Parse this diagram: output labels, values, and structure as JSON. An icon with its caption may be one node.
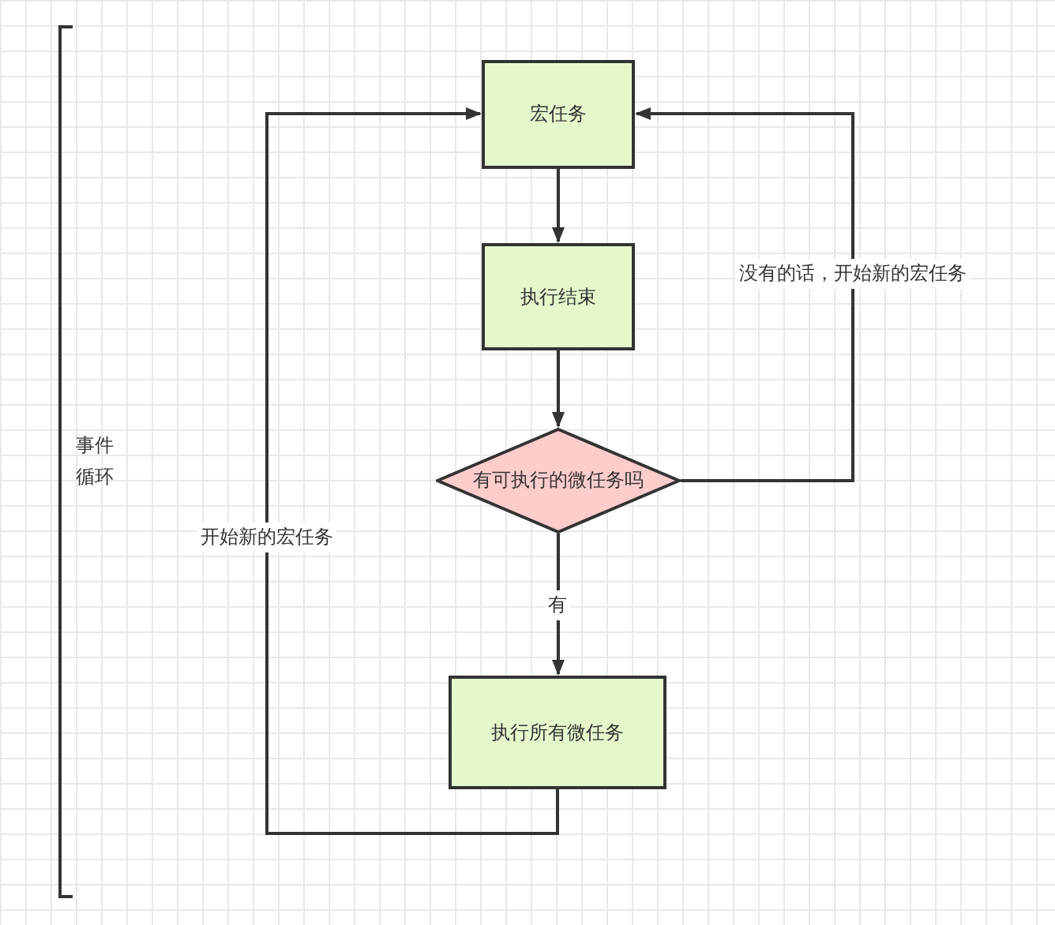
{
  "diagram": {
    "nodes": [
      {
        "text": [
          "宏任务"
        ]
      },
      {
        "text": [
          "执行结束"
        ]
      },
      {
        "text": [
          "有可执行的微任务吗"
        ]
      },
      {
        "text": [
          "执行所有微任务"
        ]
      }
    ],
    "edges": [
      {
        "from": 0,
        "to": 1,
        "arrow": "to"
      },
      {
        "from": 1,
        "to": 2,
        "arrow": "to"
      },
      {
        "from": 2,
        "to": 3,
        "arrow": "to",
        "label": "有"
      },
      {
        "from": 2,
        "to": 0,
        "arrow": "to",
        "label": "没有的话，开始新的宏任务"
      },
      {
        "from": 3,
        "to": 0,
        "arrow": "to",
        "label": "开始新的宏任务"
      }
    ],
    "labels": [
      "事件循环"
    ]
  }
}
